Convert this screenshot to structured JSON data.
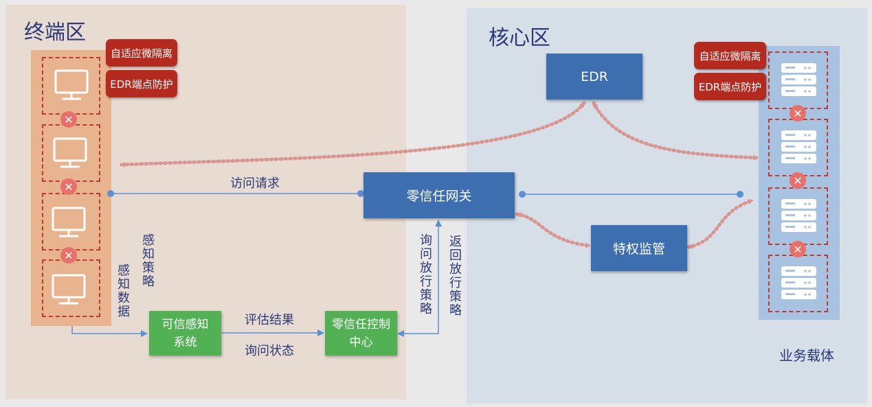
{
  "zones": {
    "terminal": {
      "title": "终端区"
    },
    "core": {
      "title": "核心区"
    }
  },
  "badges": {
    "adaptive_micro_isolation": "自适应微隔离",
    "edr_endpoint_protection": "EDR端点防护"
  },
  "nodes": {
    "edr": "EDR",
    "zero_trust_gateway": "零信任网关",
    "privileged_monitoring": "特权监管",
    "trusted_perception_line1": "可信感知",
    "trusted_perception_line2": "系统",
    "zero_trust_control_line1": "零信任控制",
    "zero_trust_control_line2": "中心",
    "business_carrier": "业务载体"
  },
  "edge_labels": {
    "access_request": "访问请求",
    "perception_data": "感知数据",
    "perception_policy": "感知策略",
    "evaluation_result": "评估结果",
    "query_status": "询问状态",
    "query_release_policy": "询问放行策略",
    "return_release_policy": "返回放行策略"
  },
  "colors": {
    "terminal_zone_bg": "#e8dbd2",
    "core_zone_bg": "#d6dee8",
    "red_badge": "#b52a1f",
    "blue_box": "#3d6fb0",
    "green_box": "#52b154",
    "dotted_arrow": "#d99590",
    "solid_line": "#5b8fd6",
    "text": "#2b3a78"
  },
  "icons": {
    "endpoint": "monitor-icon",
    "server": "server-icon",
    "blocked": "close-icon"
  }
}
